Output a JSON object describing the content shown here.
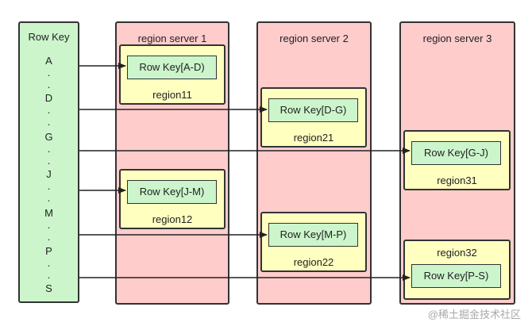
{
  "row_key": {
    "title": "Row Key",
    "keys": [
      "A",
      ".",
      ".",
      "D",
      ".",
      ".",
      "G",
      ".",
      ".",
      "J",
      ".",
      ".",
      "M",
      ".",
      ".",
      "P",
      ".",
      ".",
      "S"
    ]
  },
  "servers": [
    {
      "title": "region server 1"
    },
    {
      "title": "region server 2"
    },
    {
      "title": "region server 3"
    }
  ],
  "regions": {
    "region11": {
      "key": "Row Key[A-D)",
      "name": "region11"
    },
    "region12": {
      "key": "Row Key[J-M)",
      "name": "region12"
    },
    "region21": {
      "key": "Row Key[D-G)",
      "name": "region21"
    },
    "region22": {
      "key": "Row Key[M-P)",
      "name": "region22"
    },
    "region31": {
      "key": "Row Key[G-J)",
      "name": "region31"
    },
    "region32": {
      "key": "Row Key[P-S)",
      "name": "region32"
    }
  },
  "watermark": "@稀土掘金技术社区"
}
